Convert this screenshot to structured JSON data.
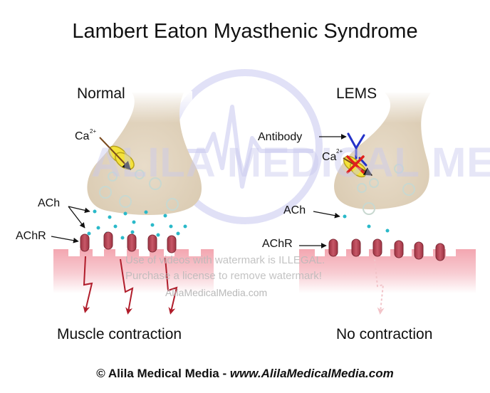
{
  "title": "Lambert Eaton Myasthenic Syndrome",
  "panels": {
    "normal": {
      "heading": "Normal",
      "ca_label": "Ca",
      "ca_charge": "2+",
      "ach_label": "ACh",
      "achr_label": "AChR",
      "result": "Muscle contraction"
    },
    "lems": {
      "heading": "LEMS",
      "antibody_label": "Antibody",
      "ca_label": "Ca",
      "ca_charge": "2+",
      "ach_label": "ACh",
      "achr_label": "AChR",
      "result": "No contraction"
    }
  },
  "watermark": {
    "brand": "ALILA MEDICAL MEDIA",
    "line1": "Use of videos with watermark is ILLEGAL.",
    "line2": "Purchase a license to remove watermark!",
    "site": "AlilaMedicalMedia.com"
  },
  "footer": {
    "copyright": "© Alila Medical Media - ",
    "url": "www.AlilaMedicalMedia.com"
  },
  "colors": {
    "nerve": "#e2d6c3",
    "muscle": "#f4a7b0",
    "receptor": "#b94b5a",
    "ach_dot": "#29b8c8",
    "arrow": "#b01c2a",
    "channel": "#f2e03a",
    "antibody": "#2432c8",
    "block": "#e0201c"
  }
}
